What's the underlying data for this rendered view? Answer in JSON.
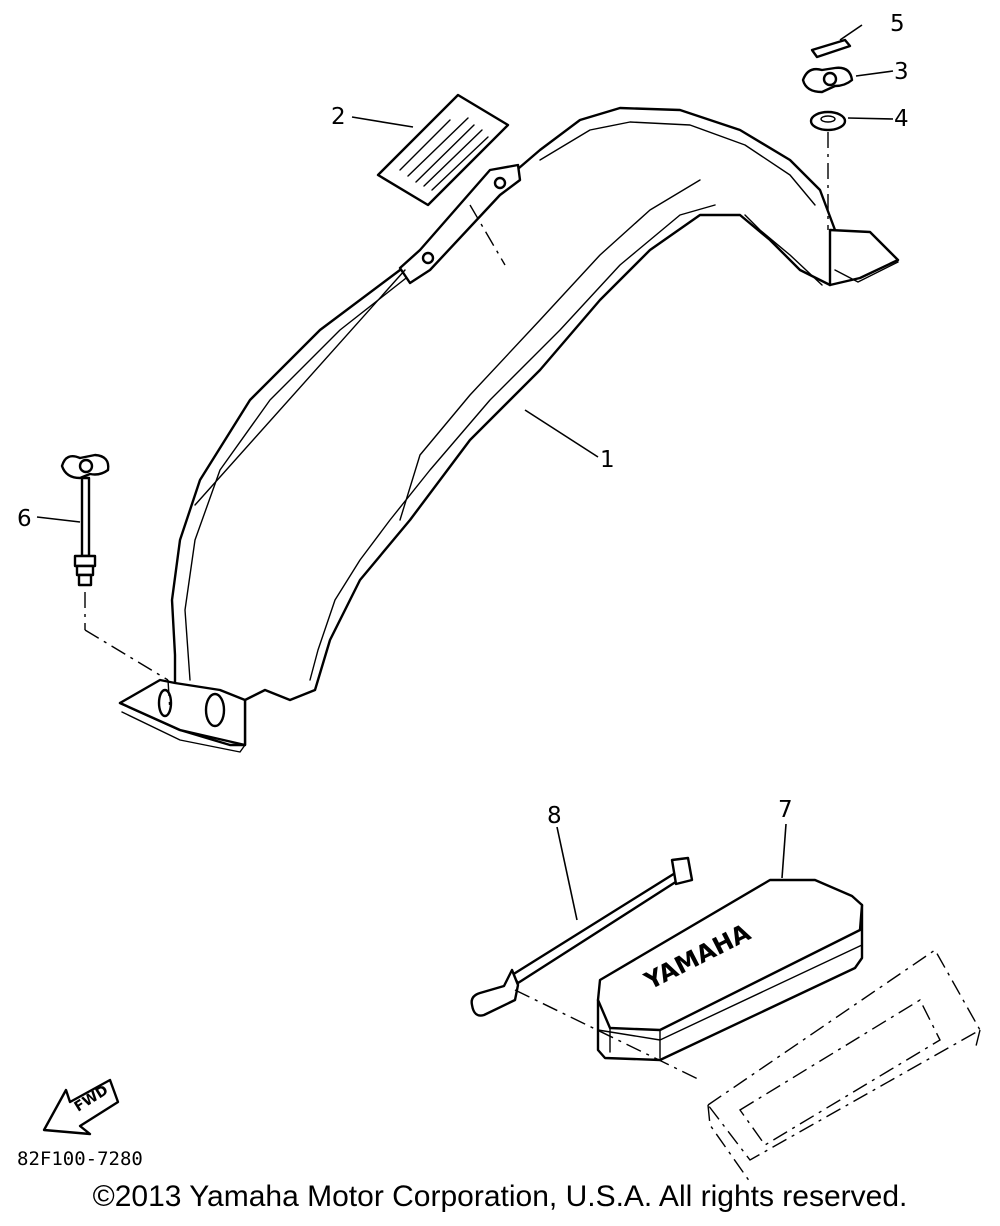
{
  "callouts": {
    "c1": "1",
    "c2": "2",
    "c3": "3",
    "c4": "4",
    "c5": "5",
    "c6": "6",
    "c7": "7",
    "c8": "8"
  },
  "battery_brand": "YAMAHA",
  "fwd_label": "FWD",
  "part_code": "82F100-7280",
  "copyright": "©2013 Yamaha Motor Corporation, U.S.A. All rights reserved."
}
